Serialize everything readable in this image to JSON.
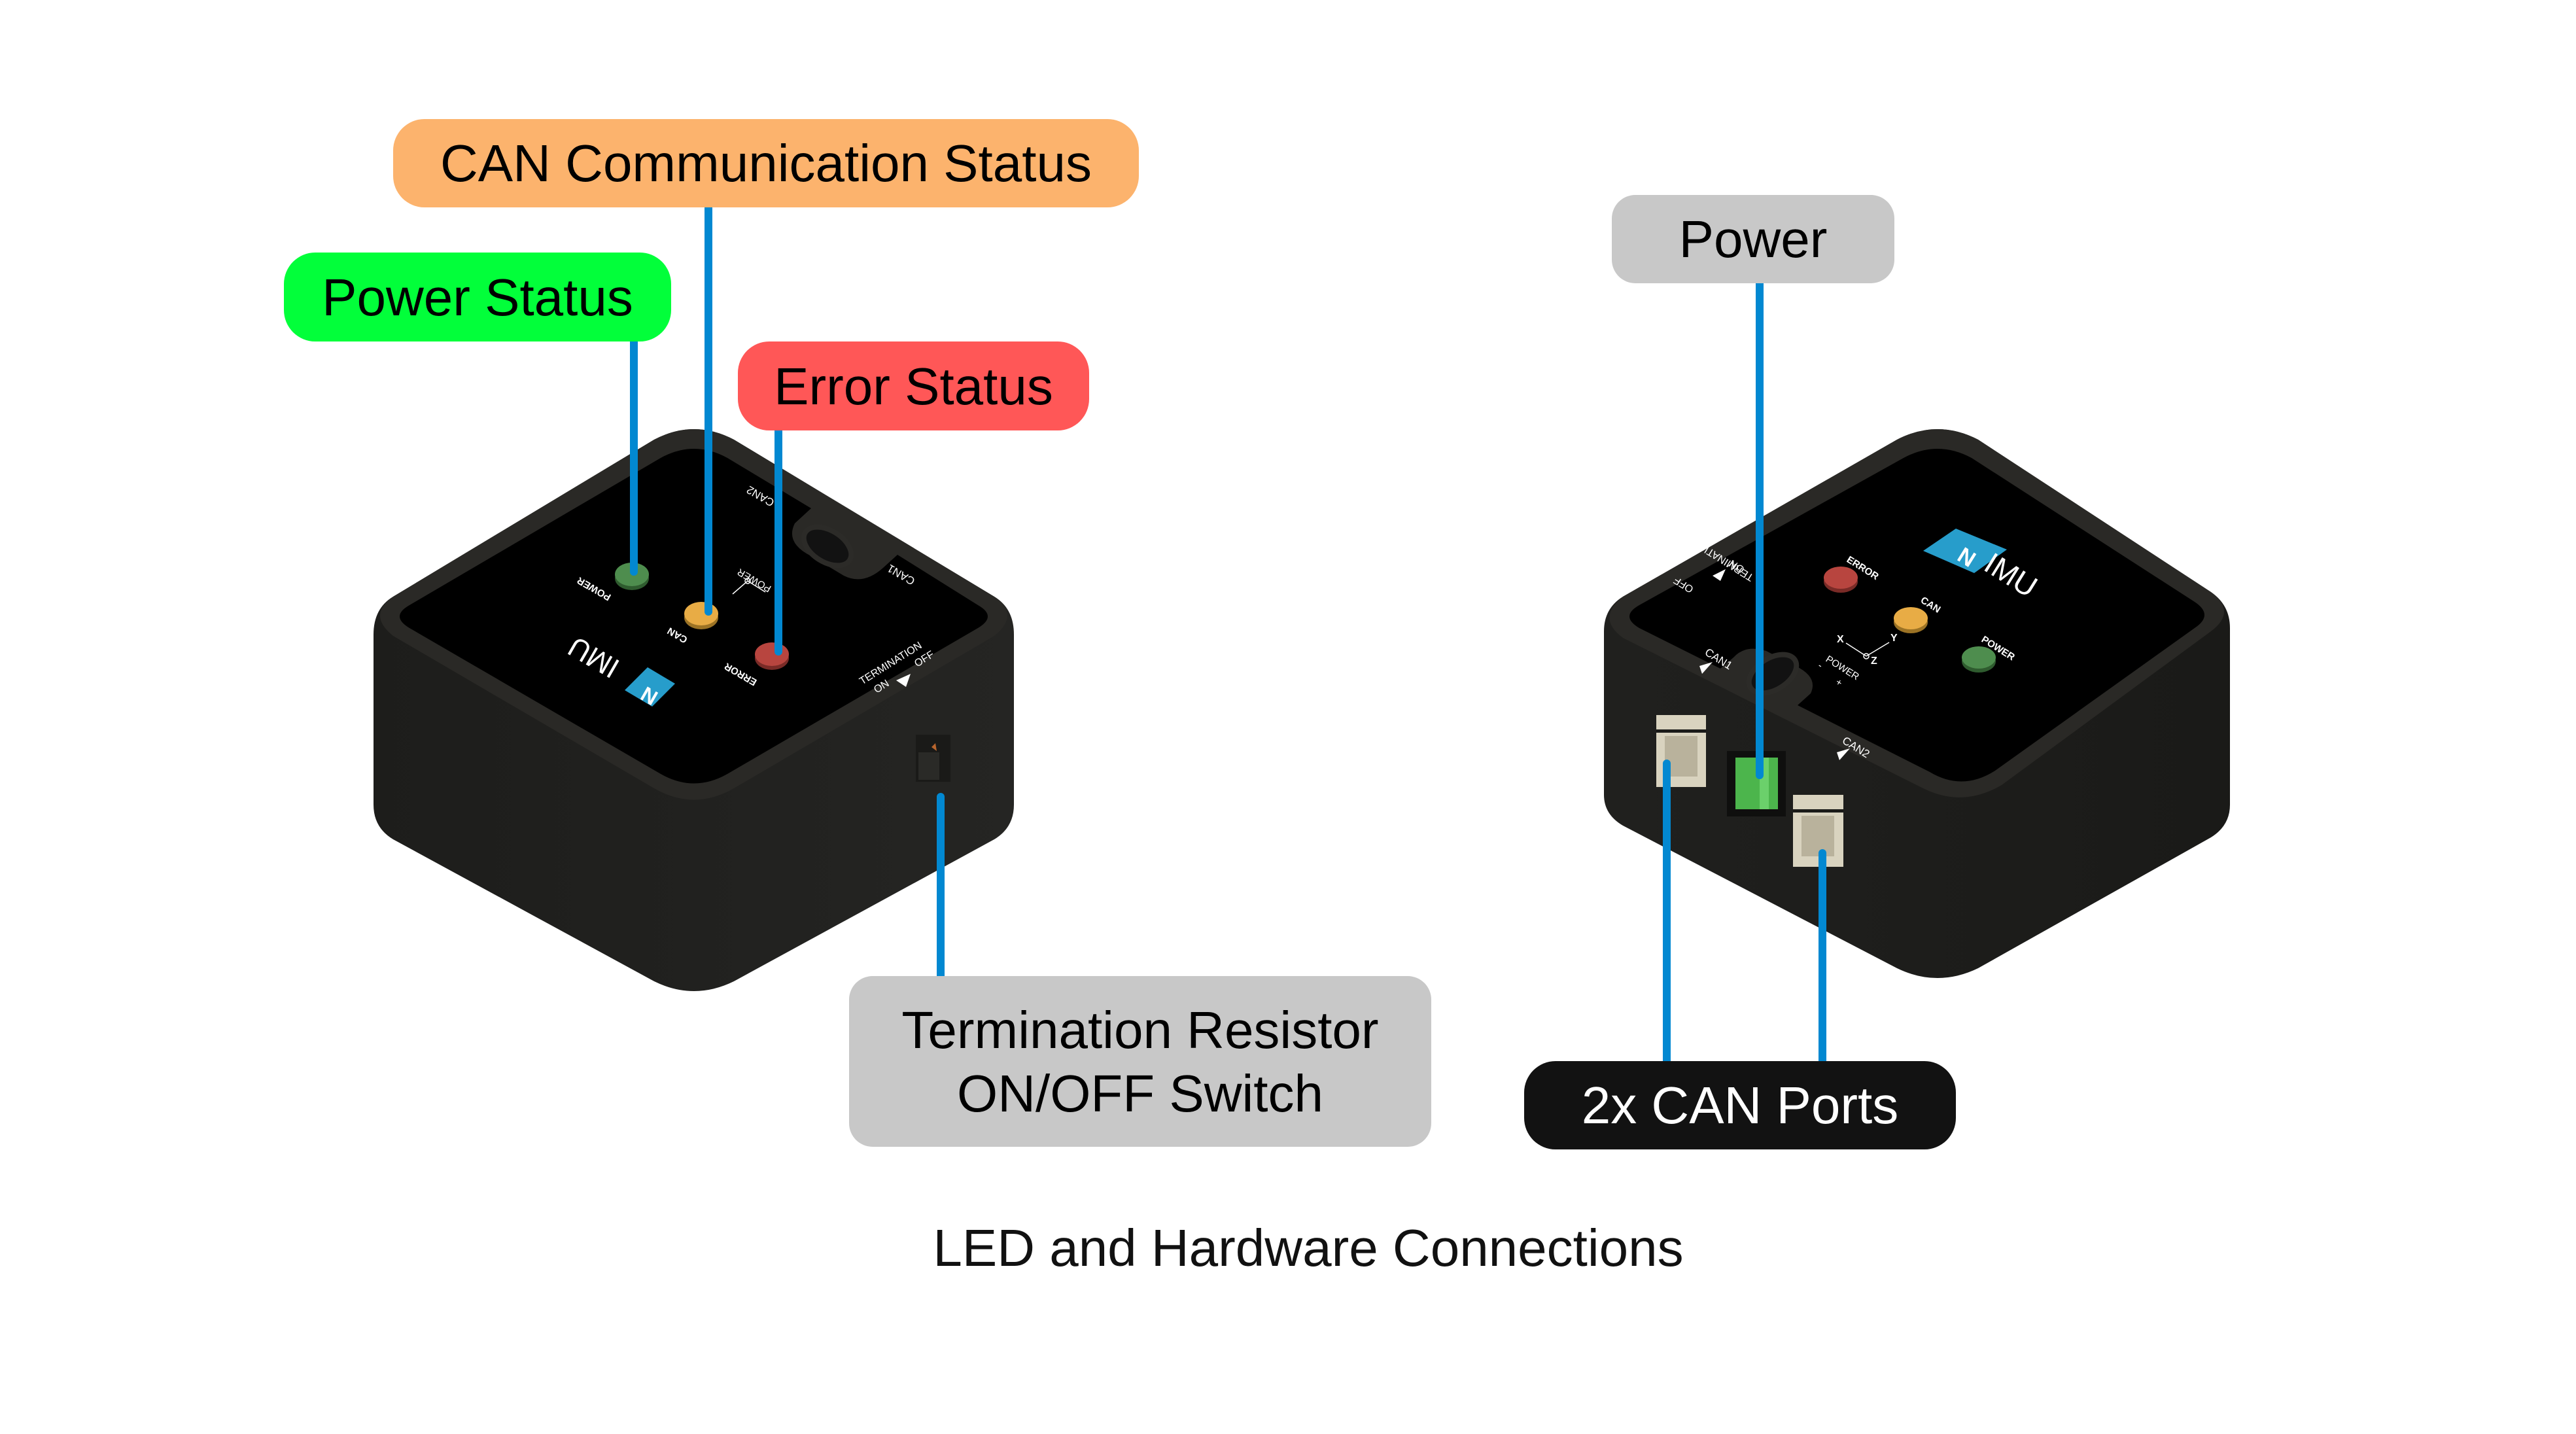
{
  "figure": {
    "caption": "LED and Hardware Connections",
    "line_color": "#0288D1"
  },
  "callouts": {
    "can_status": {
      "label": "CAN Communication Status",
      "color": "#FCB36D",
      "text_color": "#000000"
    },
    "power_status": {
      "label": "Power Status",
      "color": "#02FF3A",
      "text_color": "#000000"
    },
    "error_status": {
      "label": "Error Status",
      "color": "#FF5757",
      "text_color": "#000000"
    },
    "termination": {
      "label_line1": "Termination Resistor",
      "label_line2": "ON/OFF Switch",
      "color": "#C8C8C8",
      "text_color": "#000000"
    },
    "power": {
      "label": "Power",
      "color": "#C8C8C8",
      "text_color": "#000000"
    },
    "can_ports": {
      "label": "2x CAN Ports",
      "color": "#121212",
      "text_color": "#FFFFFF"
    }
  },
  "device": {
    "brand_mark": "N",
    "brand_name": "IMU",
    "brand_color": "#279DCB",
    "body_color": "#222220",
    "face_color": "#000000",
    "leds": [
      {
        "name": "POWER",
        "color": "#4E8D4E"
      },
      {
        "name": "CAN",
        "color": "#E8AC45"
      },
      {
        "name": "ERROR",
        "color": "#B8453F"
      }
    ],
    "silkscreen": {
      "can1": "CAN1",
      "can2": "CAN2",
      "power": "POWER",
      "minus": "-",
      "plus": "+",
      "termination": "TERMINATION",
      "on": "ON",
      "off": "OFF",
      "axis_x": "X",
      "axis_y": "Y",
      "axis_z": "Z"
    },
    "connector_color": "#D9D3BF",
    "power_terminal_color": "#4CB54C"
  }
}
